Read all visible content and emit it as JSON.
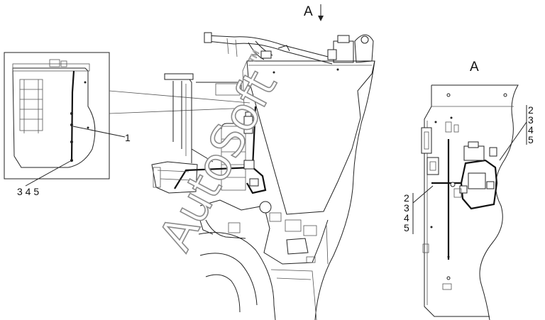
{
  "view_marker": {
    "letter": "A",
    "arrow": "↓"
  },
  "view_title": "A",
  "callouts": {
    "inset_item": "1",
    "inset_group": "3 4 5",
    "view_right": [
      "2",
      "3",
      "4",
      "5"
    ],
    "view_left": [
      "2",
      "3",
      "4",
      "5"
    ]
  },
  "watermark": {
    "text": "AutoSoft",
    "mark": "TM"
  }
}
